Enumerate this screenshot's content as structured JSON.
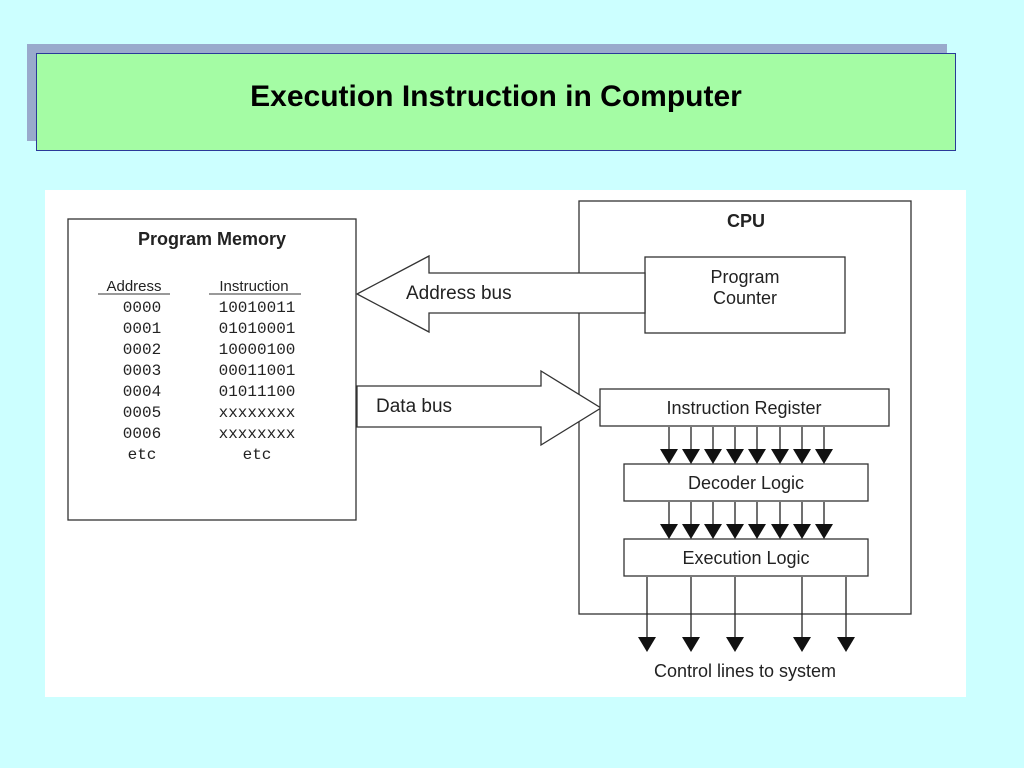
{
  "title": "Execution Instruction in Computer",
  "memory": {
    "heading": "Program Memory",
    "address_header": "Address",
    "instruction_header": "Instruction",
    "rows": [
      {
        "address": "0000",
        "instruction": "10010011"
      },
      {
        "address": "0001",
        "instruction": "01010001"
      },
      {
        "address": "0002",
        "instruction": "10000100"
      },
      {
        "address": "0003",
        "instruction": "00011001"
      },
      {
        "address": "0004",
        "instruction": "01011100"
      },
      {
        "address": "0005",
        "instruction": "xxxxxxxx"
      },
      {
        "address": "0006",
        "instruction": "xxxxxxxx"
      },
      {
        "address": "etc",
        "instruction": "etc"
      }
    ]
  },
  "buses": {
    "address_bus": "Address bus",
    "data_bus": "Data bus"
  },
  "cpu": {
    "heading": "CPU",
    "program_counter_line1": "Program",
    "program_counter_line2": "Counter",
    "instruction_register": "Instruction Register",
    "decoder_logic": "Decoder Logic",
    "execution_logic": "Execution Logic"
  },
  "control_lines_label": "Control lines to system",
  "colors": {
    "background": "#ccffff",
    "title_fill": "#a4fca4",
    "title_shadow": "#99aacc",
    "title_border": "#2a3a99",
    "diagram_panel": "#ffffff",
    "line": "#333333"
  }
}
